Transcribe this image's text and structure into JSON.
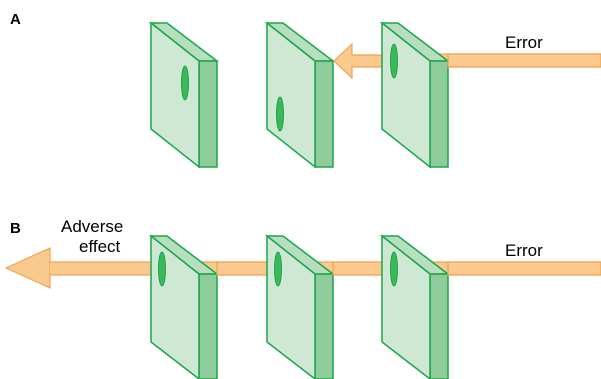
{
  "panels": [
    {
      "label": "A",
      "arrow_text": "Error",
      "arrow_text_2": ""
    },
    {
      "label": "B",
      "arrow_text": "Error",
      "arrow_text_2": ""
    }
  ],
  "panel_b_outcome": [
    "Adverse",
    "effect"
  ],
  "colors": {
    "slice_face": "#cfe8d3",
    "slice_side": "#8fcc9b",
    "slice_top": "#b7dfbf",
    "slice_edge": "#1aa64a",
    "hole": "#3cb85a",
    "arrow_fill": "#f9c98e",
    "arrow_stroke": "#f0a252"
  }
}
